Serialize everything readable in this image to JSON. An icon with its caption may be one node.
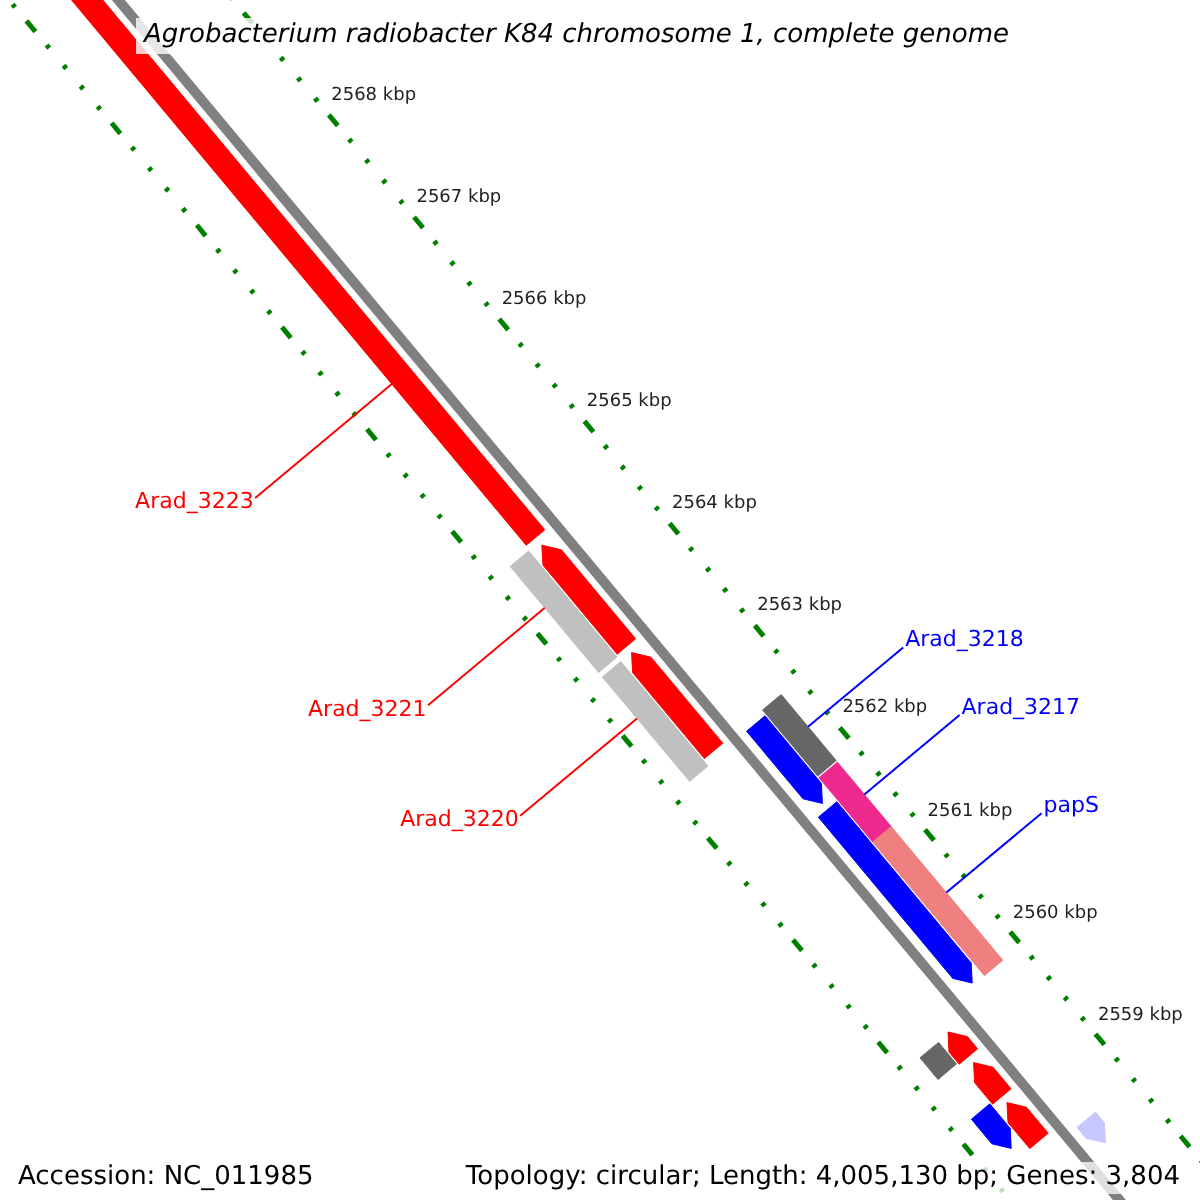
{
  "diagram": {
    "title": "Agrobacterium radiobacter K84 chromosome 1, complete genome",
    "nodes": [
      {
        "text": [
          "Arad_3223"
        ]
      },
      {
        "text": [],
        "shape": "bar"
      },
      {
        "text": [
          "Arad_3221"
        ]
      },
      {
        "text": [],
        "shape": "bar"
      },
      {
        "text": [
          "Arad_3220"
        ]
      },
      {
        "text": [],
        "shape": "bar"
      },
      {
        "text": [
          "Arad_3218"
        ]
      },
      {
        "text": [],
        "shape": "bar"
      },
      {
        "text": [
          "Arad_3217"
        ]
      },
      {
        "text": [],
        "shape": "bar"
      },
      {
        "text": [
          "papS"
        ]
      },
      {
        "text": [],
        "shape": "bar"
      },
      {
        "text": [],
        "shape": "bar"
      },
      {
        "text": [],
        "shape": "bar"
      },
      {
        "text": [],
        "shape": "bar"
      },
      {
        "text": [],
        "shape": "bar"
      },
      {
        "text": [],
        "shape": "bar"
      },
      {
        "text": [],
        "shape": "bar"
      },
      {
        "text": [],
        "shape": "bar"
      },
      {
        "text": [],
        "shape": "bar"
      },
      {
        "text": [],
        "shape": "bar"
      },
      {
        "text": [],
        "shape": "bar"
      }
    ],
    "edges": [
      {
        "from": 0,
        "to": 1,
        "arrow": "none"
      },
      {
        "from": 2,
        "to": 3,
        "arrow": "none"
      },
      {
        "from": 4,
        "to": 5,
        "arrow": "none"
      },
      {
        "from": 6,
        "to": 7,
        "arrow": "none",
        "color": "#0000ff"
      },
      {
        "from": 8,
        "to": 9,
        "arrow": "none",
        "color": "#0000ff"
      },
      {
        "from": 10,
        "to": 11,
        "arrow": "none",
        "color": "#0000ff"
      }
    ],
    "labels": [
      "2568 kbp",
      "2567 kbp",
      "2566 kbp",
      "2565 kbp",
      "2564 kbp",
      "2563 kbp",
      "2562 kbp",
      "2561 kbp",
      "2560 kbp",
      "2559 kbp",
      "Accession: NC_011985",
      "Topology: circular; Length: 4,005,130 bp; Genes: 3,804"
    ]
  }
}
